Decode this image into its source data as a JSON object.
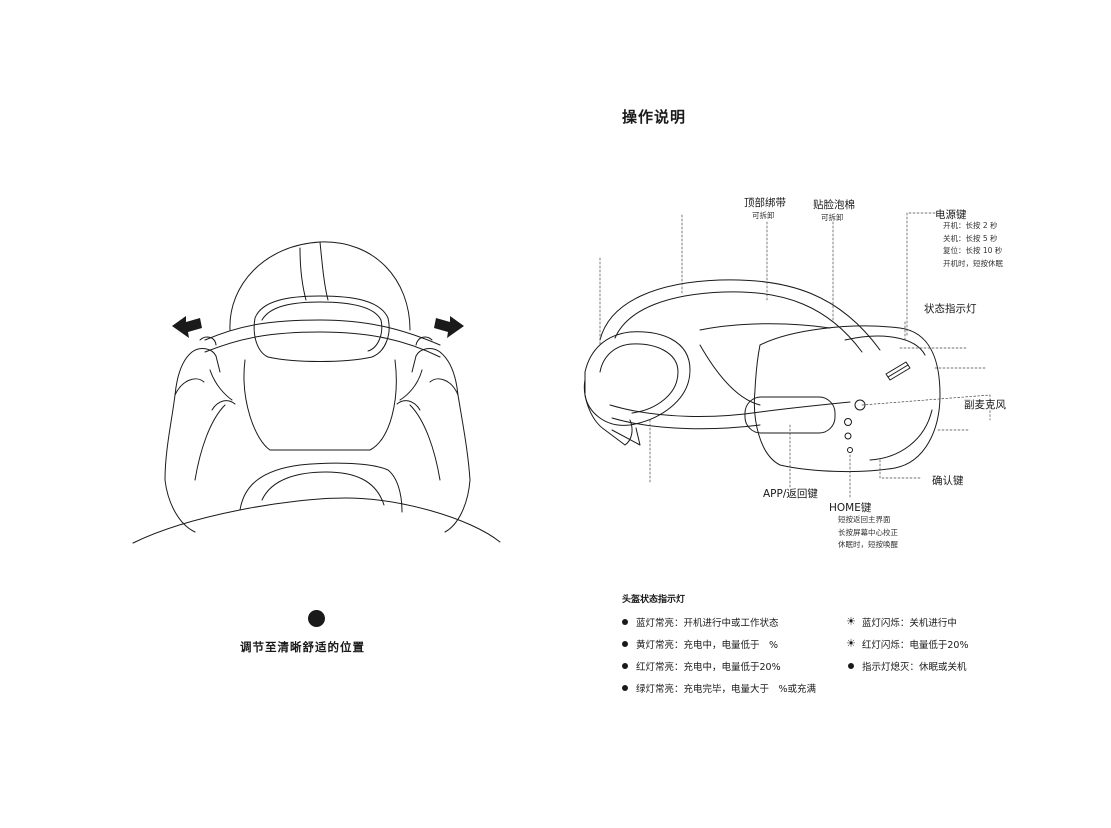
{
  "left_panel": {
    "step_caption": "调节至清晰舒适的位置"
  },
  "right_panel": {
    "title": "操作说明",
    "labels": {
      "top_strap": "顶部绑带",
      "top_strap_note": "可拆卸",
      "face_foam": "贴脸泡棉",
      "face_foam_note": "可拆卸",
      "power_key": "电源键",
      "power_notes": [
        "开机：长按 2 秒",
        "关机：长按 5 秒",
        "复位：长按 10 秒",
        "开机时，短按休眠"
      ],
      "status_light": "状态指示灯",
      "secondary_mic": "副麦克风",
      "confirm_key": "确认键",
      "app_back_key": "APP/返回键",
      "home_key": "HOME键",
      "home_notes": [
        "短按返回主界面",
        "长按屏幕中心校正",
        "休眠时，短按唤醒"
      ]
    }
  },
  "legend": {
    "title": "头盔状态指示灯",
    "left_items": [
      "蓝灯常亮：开机进行中或工作状态",
      "黄灯常亮：充电中，电量低于　%",
      "红灯常亮：充电中，电量低于20%",
      "绿灯常亮：充电完毕，电量大于　%或充满"
    ],
    "right_items": [
      "蓝灯闪烁：关机进行中",
      "红灯闪烁：电量低于20%",
      "指示灯熄灭：休眠或关机"
    ],
    "icons": [
      "sun-icon",
      "sun-icon",
      "dot-icon"
    ]
  }
}
